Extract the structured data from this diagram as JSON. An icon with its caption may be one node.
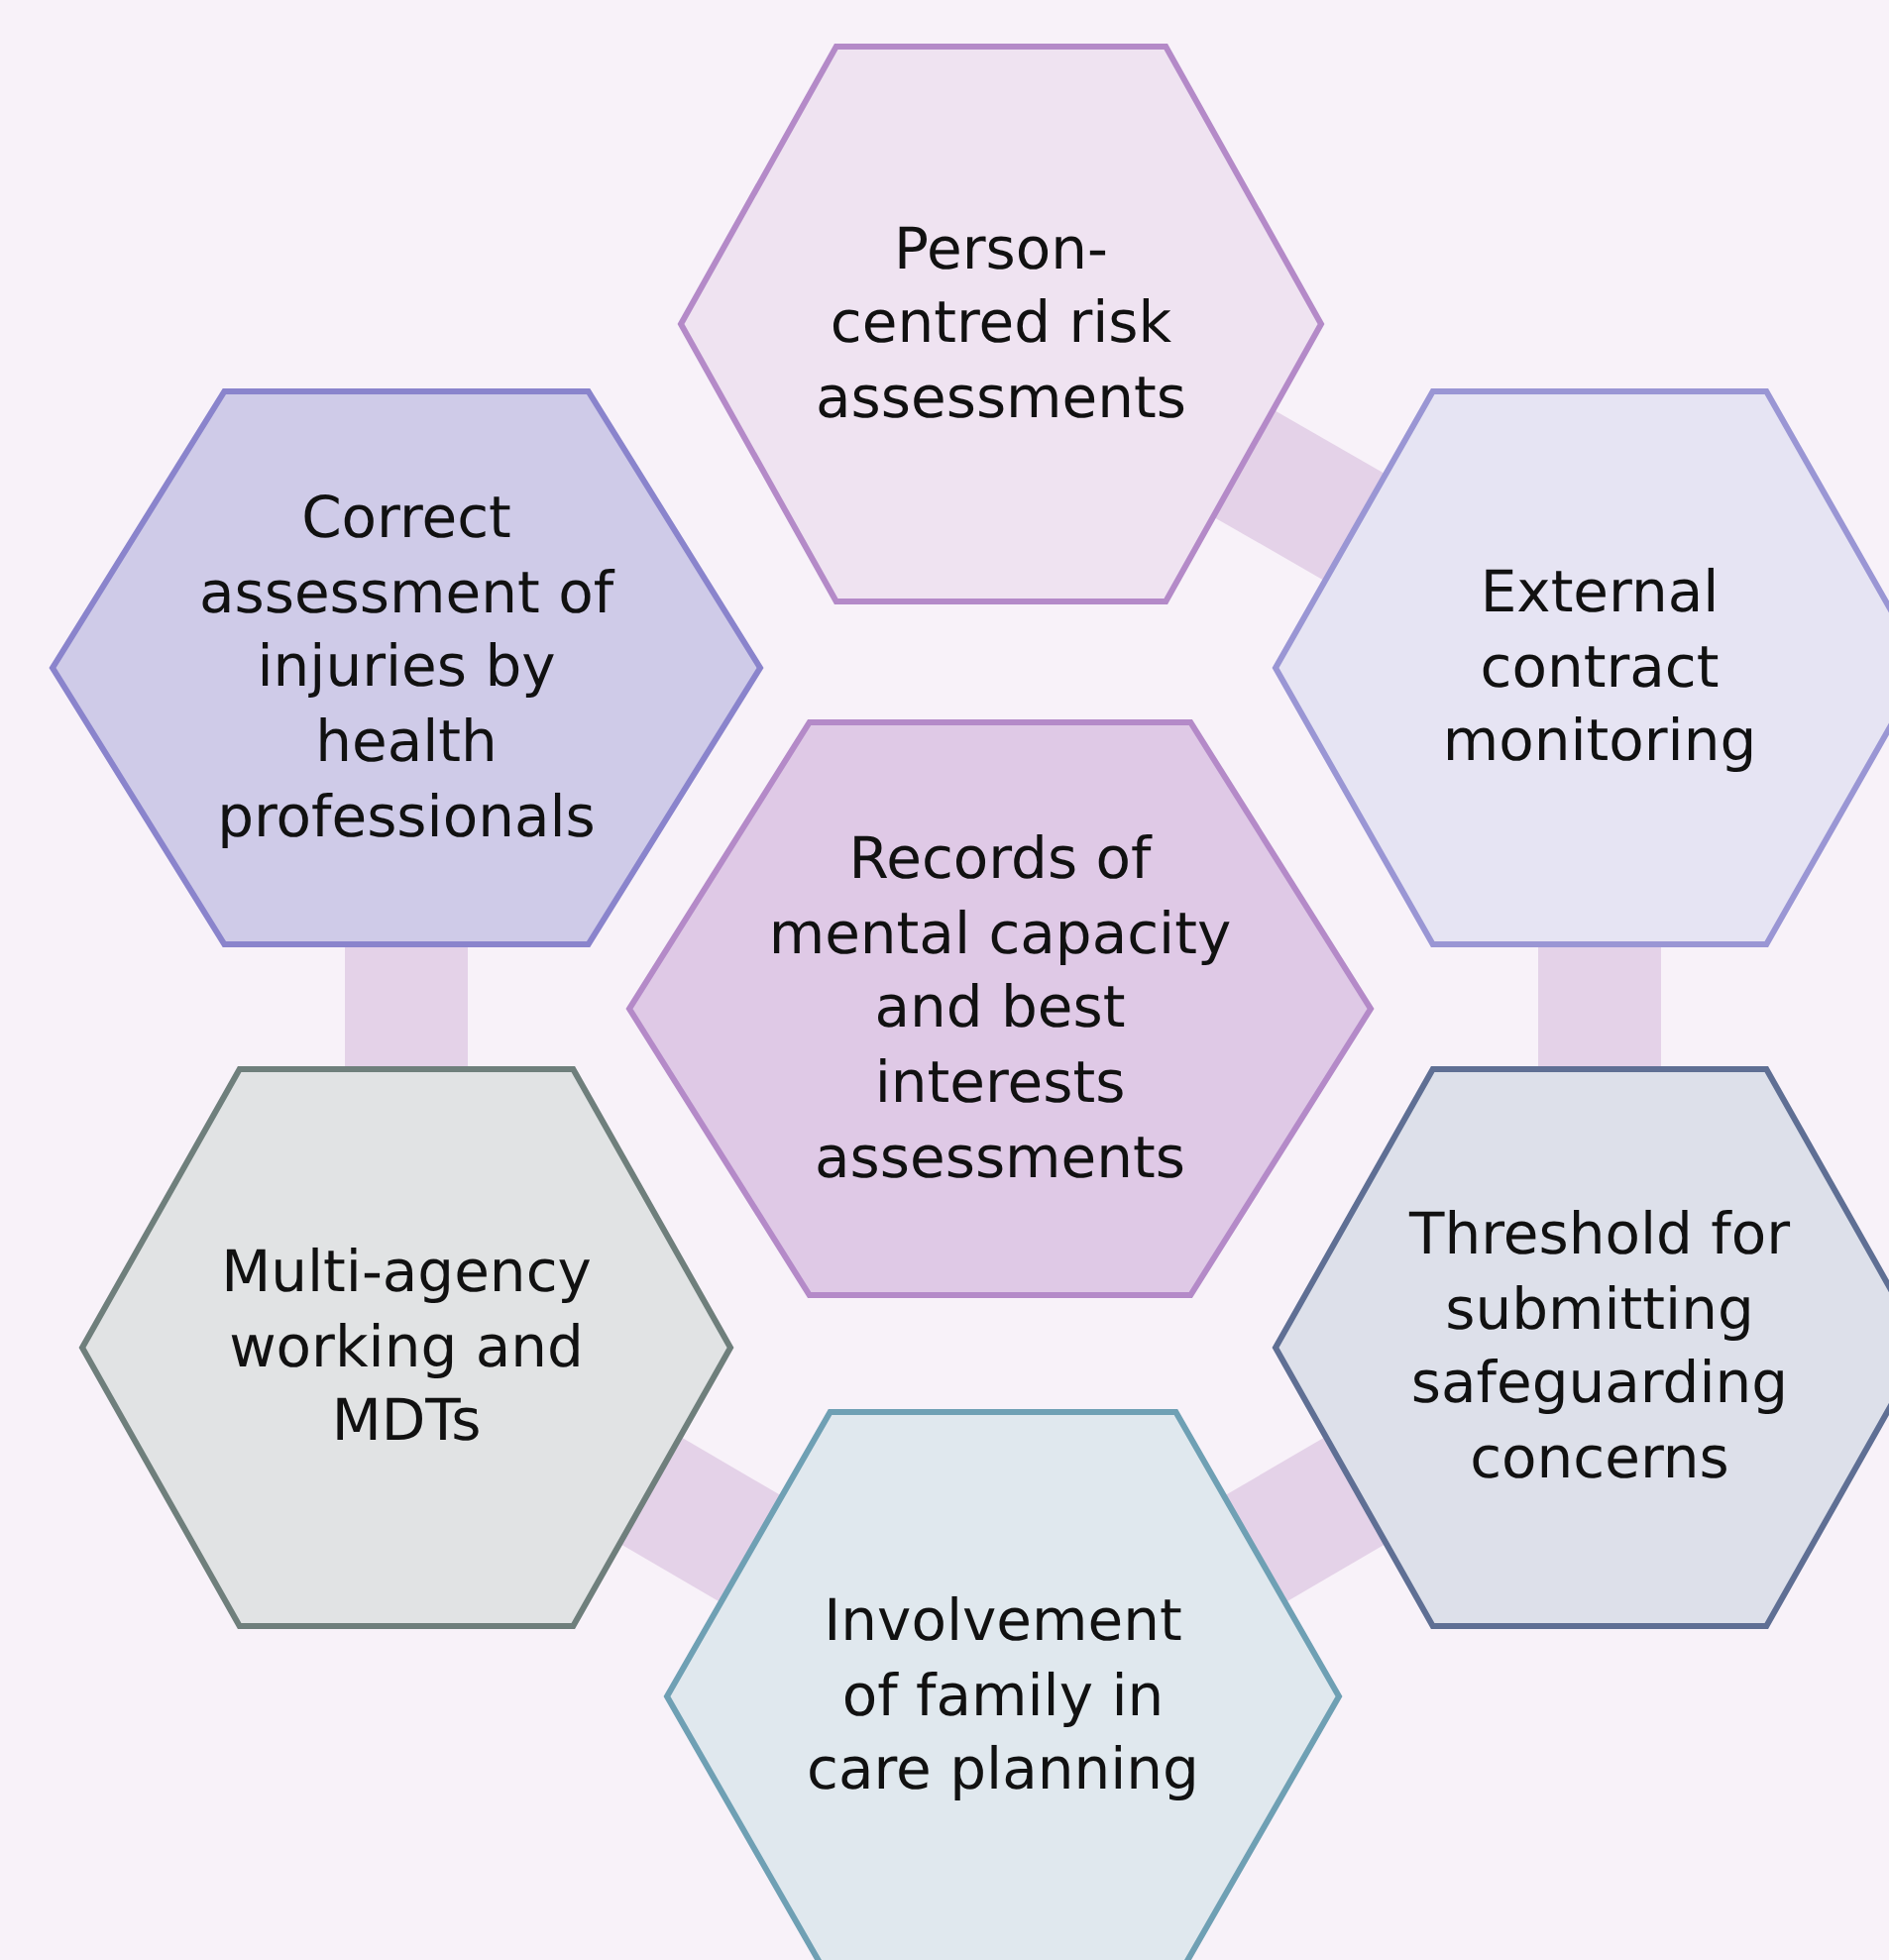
{
  "diagram": {
    "nodes": [
      {
        "text": [
          "Person-centred risk assessments"
        ]
      },
      {
        "text": [
          "Correct assessment of injuries by health professionals"
        ]
      },
      {
        "text": [
          "External contract monitoring"
        ]
      },
      {
        "text": [
          "Records of mental capacity and best interests assessments"
        ]
      },
      {
        "text": [
          "Multi-agency working and MDTs"
        ]
      },
      {
        "text": [
          "Threshold for submitting safeguarding concerns"
        ]
      },
      {
        "text": [
          "Involvement of family in care planning"
        ]
      }
    ],
    "edges": [
      {
        "from": 0,
        "to": 2,
        "arrow": "none"
      },
      {
        "from": 2,
        "to": 5,
        "arrow": "none"
      },
      {
        "from": 5,
        "to": 6,
        "arrow": "none"
      },
      {
        "from": 6,
        "to": 4,
        "arrow": "none"
      },
      {
        "from": 4,
        "to": 1,
        "arrow": "none"
      }
    ]
  }
}
